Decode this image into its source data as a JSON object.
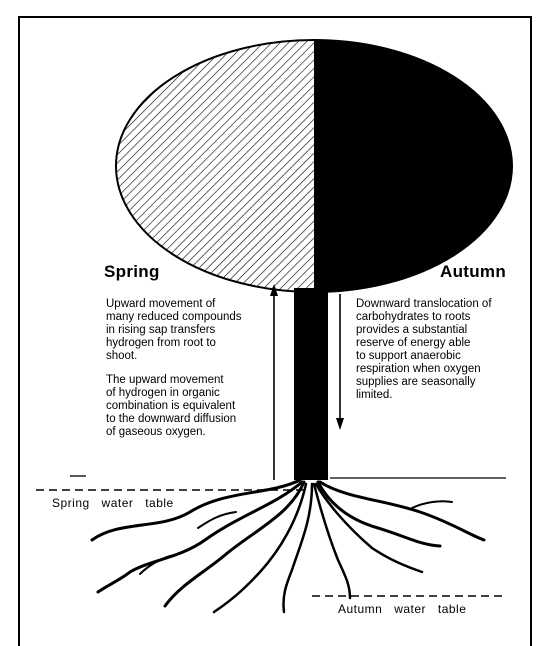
{
  "labels": {
    "spring": "Spring",
    "autumn": "Autumn"
  },
  "texts": {
    "spring_para_1": "Upward movement of\nmany reduced compounds\nin rising sap transfers\nhydrogen from root to\nshoot.",
    "spring_para_2": "The upward movement\nof hydrogen in organic\ncombination is equivalent\nto the downward diffusion\nof gaseous oxygen.",
    "autumn_para": "Downward translocation of\ncarbohydrates to roots\nprovides a substantial\nreserve of energy able\nto support anaerobic\nrespiration when oxygen\nsupplies are seasonally\nlimited."
  },
  "water_tables": {
    "spring": "Spring water table",
    "autumn": "Autumn water table"
  },
  "colors": {
    "ink": "#000000",
    "background": "#ffffff"
  }
}
